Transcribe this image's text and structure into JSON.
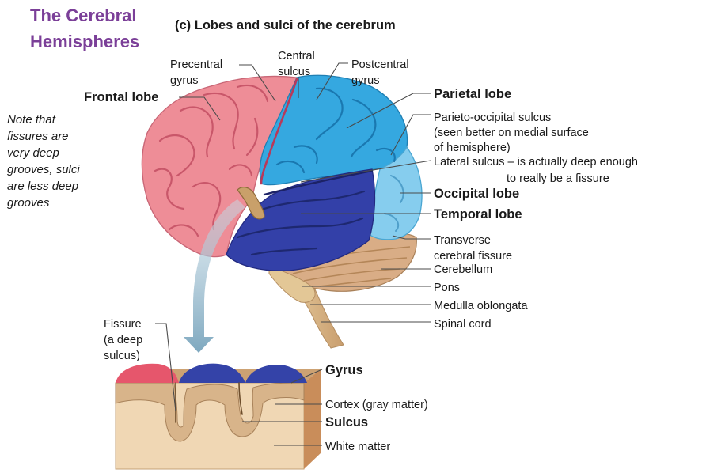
{
  "title": {
    "line1": "The Cerebral",
    "line2": "Hemispheres"
  },
  "subtitle": "(c) Lobes and sulci of the cerebrum",
  "note": [
    "Note that",
    "fissures are",
    "very deep",
    "grooves, sulci",
    "are less deep",
    "grooves"
  ],
  "labels": {
    "precentral_gyrus": [
      "Precentral",
      "gyrus"
    ],
    "central_sulcus": [
      "Central",
      "sulcus"
    ],
    "postcentral_gyrus": [
      "Postcentral",
      "gyrus"
    ],
    "frontal_lobe": "Frontal lobe",
    "parietal_lobe": "Parietal lobe",
    "parieto_occipital_sulcus": [
      "Parieto-occipital sulcus",
      "(seen better on medial surface",
      "of hemisphere)"
    ],
    "lateral_sulcus": [
      "Lateral sulcus – is actually deep enough",
      "to really be a fissure"
    ],
    "occipital_lobe": "Occipital lobe",
    "temporal_lobe": "Temporal lobe",
    "transverse_fissure": [
      "Transverse",
      "cerebral fissure"
    ],
    "cerebellum": "Cerebellum",
    "pons": "Pons",
    "medulla": "Medulla oblongata",
    "spinal_cord": "Spinal cord",
    "fissure": [
      "Fissure",
      "(a deep",
      "sulcus)"
    ],
    "gyrus": "Gyrus",
    "cortex": "Cortex (gray matter)",
    "sulcus": "Sulcus",
    "white_matter": "White matter"
  },
  "colors": {
    "title": "#7b3f98",
    "frontal": "#ee8d97",
    "parietal": "#35a8e0",
    "occipital": "#86cdee",
    "temporal": "#3340a8",
    "cerebellum": "#d9ad86",
    "brainstem": "#dcc090",
    "white_matter": "#f0d7b4",
    "gray_matter": "#d8b48a",
    "arrow": "#8fb3c6"
  }
}
